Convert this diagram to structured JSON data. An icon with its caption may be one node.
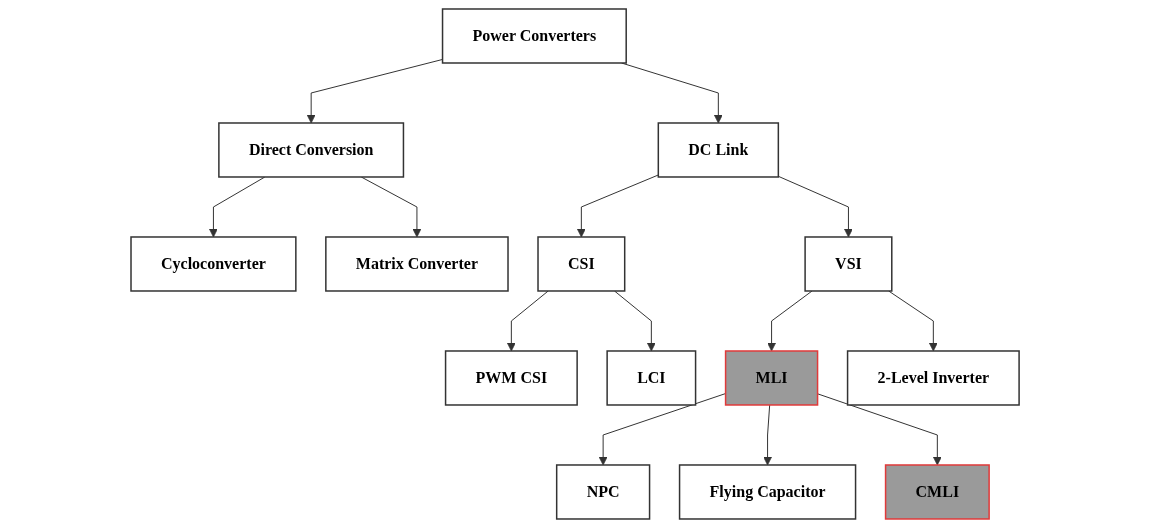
{
  "diagram": {
    "nodes": [
      {
        "text": [
          "Power Converters"
        ]
      },
      {
        "text": [
          "Direct Conversion"
        ]
      },
      {
        "text": [
          "DC Link"
        ]
      },
      {
        "text": [
          "Cycloconverter"
        ]
      },
      {
        "text": [
          "Matrix Converter"
        ]
      },
      {
        "text": [
          "CSI"
        ]
      },
      {
        "text": [
          "VSI"
        ]
      },
      {
        "text": [
          "PWM CSI"
        ]
      },
      {
        "text": [
          "LCI"
        ]
      },
      {
        "text": [
          "MLI"
        ]
      },
      {
        "text": [
          "2-Level Inverter"
        ]
      },
      {
        "text": [
          "NPC"
        ]
      },
      {
        "text": [
          "Flying Capacitor"
        ]
      },
      {
        "text": [
          "CMLI"
        ]
      }
    ],
    "edges": [
      {
        "from": 0,
        "to": 1,
        "arrow": "to"
      },
      {
        "from": 0,
        "to": 2,
        "arrow": "to"
      },
      {
        "from": 1,
        "to": 3,
        "arrow": "to"
      },
      {
        "from": 1,
        "to": 4,
        "arrow": "to"
      },
      {
        "from": 2,
        "to": 5,
        "arrow": "to"
      },
      {
        "from": 2,
        "to": 6,
        "arrow": "to"
      },
      {
        "from": 5,
        "to": 7,
        "arrow": "to"
      },
      {
        "from": 5,
        "to": 8,
        "arrow": "to"
      },
      {
        "from": 6,
        "to": 9,
        "arrow": "to"
      },
      {
        "from": 6,
        "to": 10,
        "arrow": "to"
      },
      {
        "from": 9,
        "to": 11,
        "arrow": "to"
      },
      {
        "from": 9,
        "to": 12,
        "arrow": "to"
      },
      {
        "from": 9,
        "to": 13,
        "arrow": "to"
      }
    ]
  }
}
